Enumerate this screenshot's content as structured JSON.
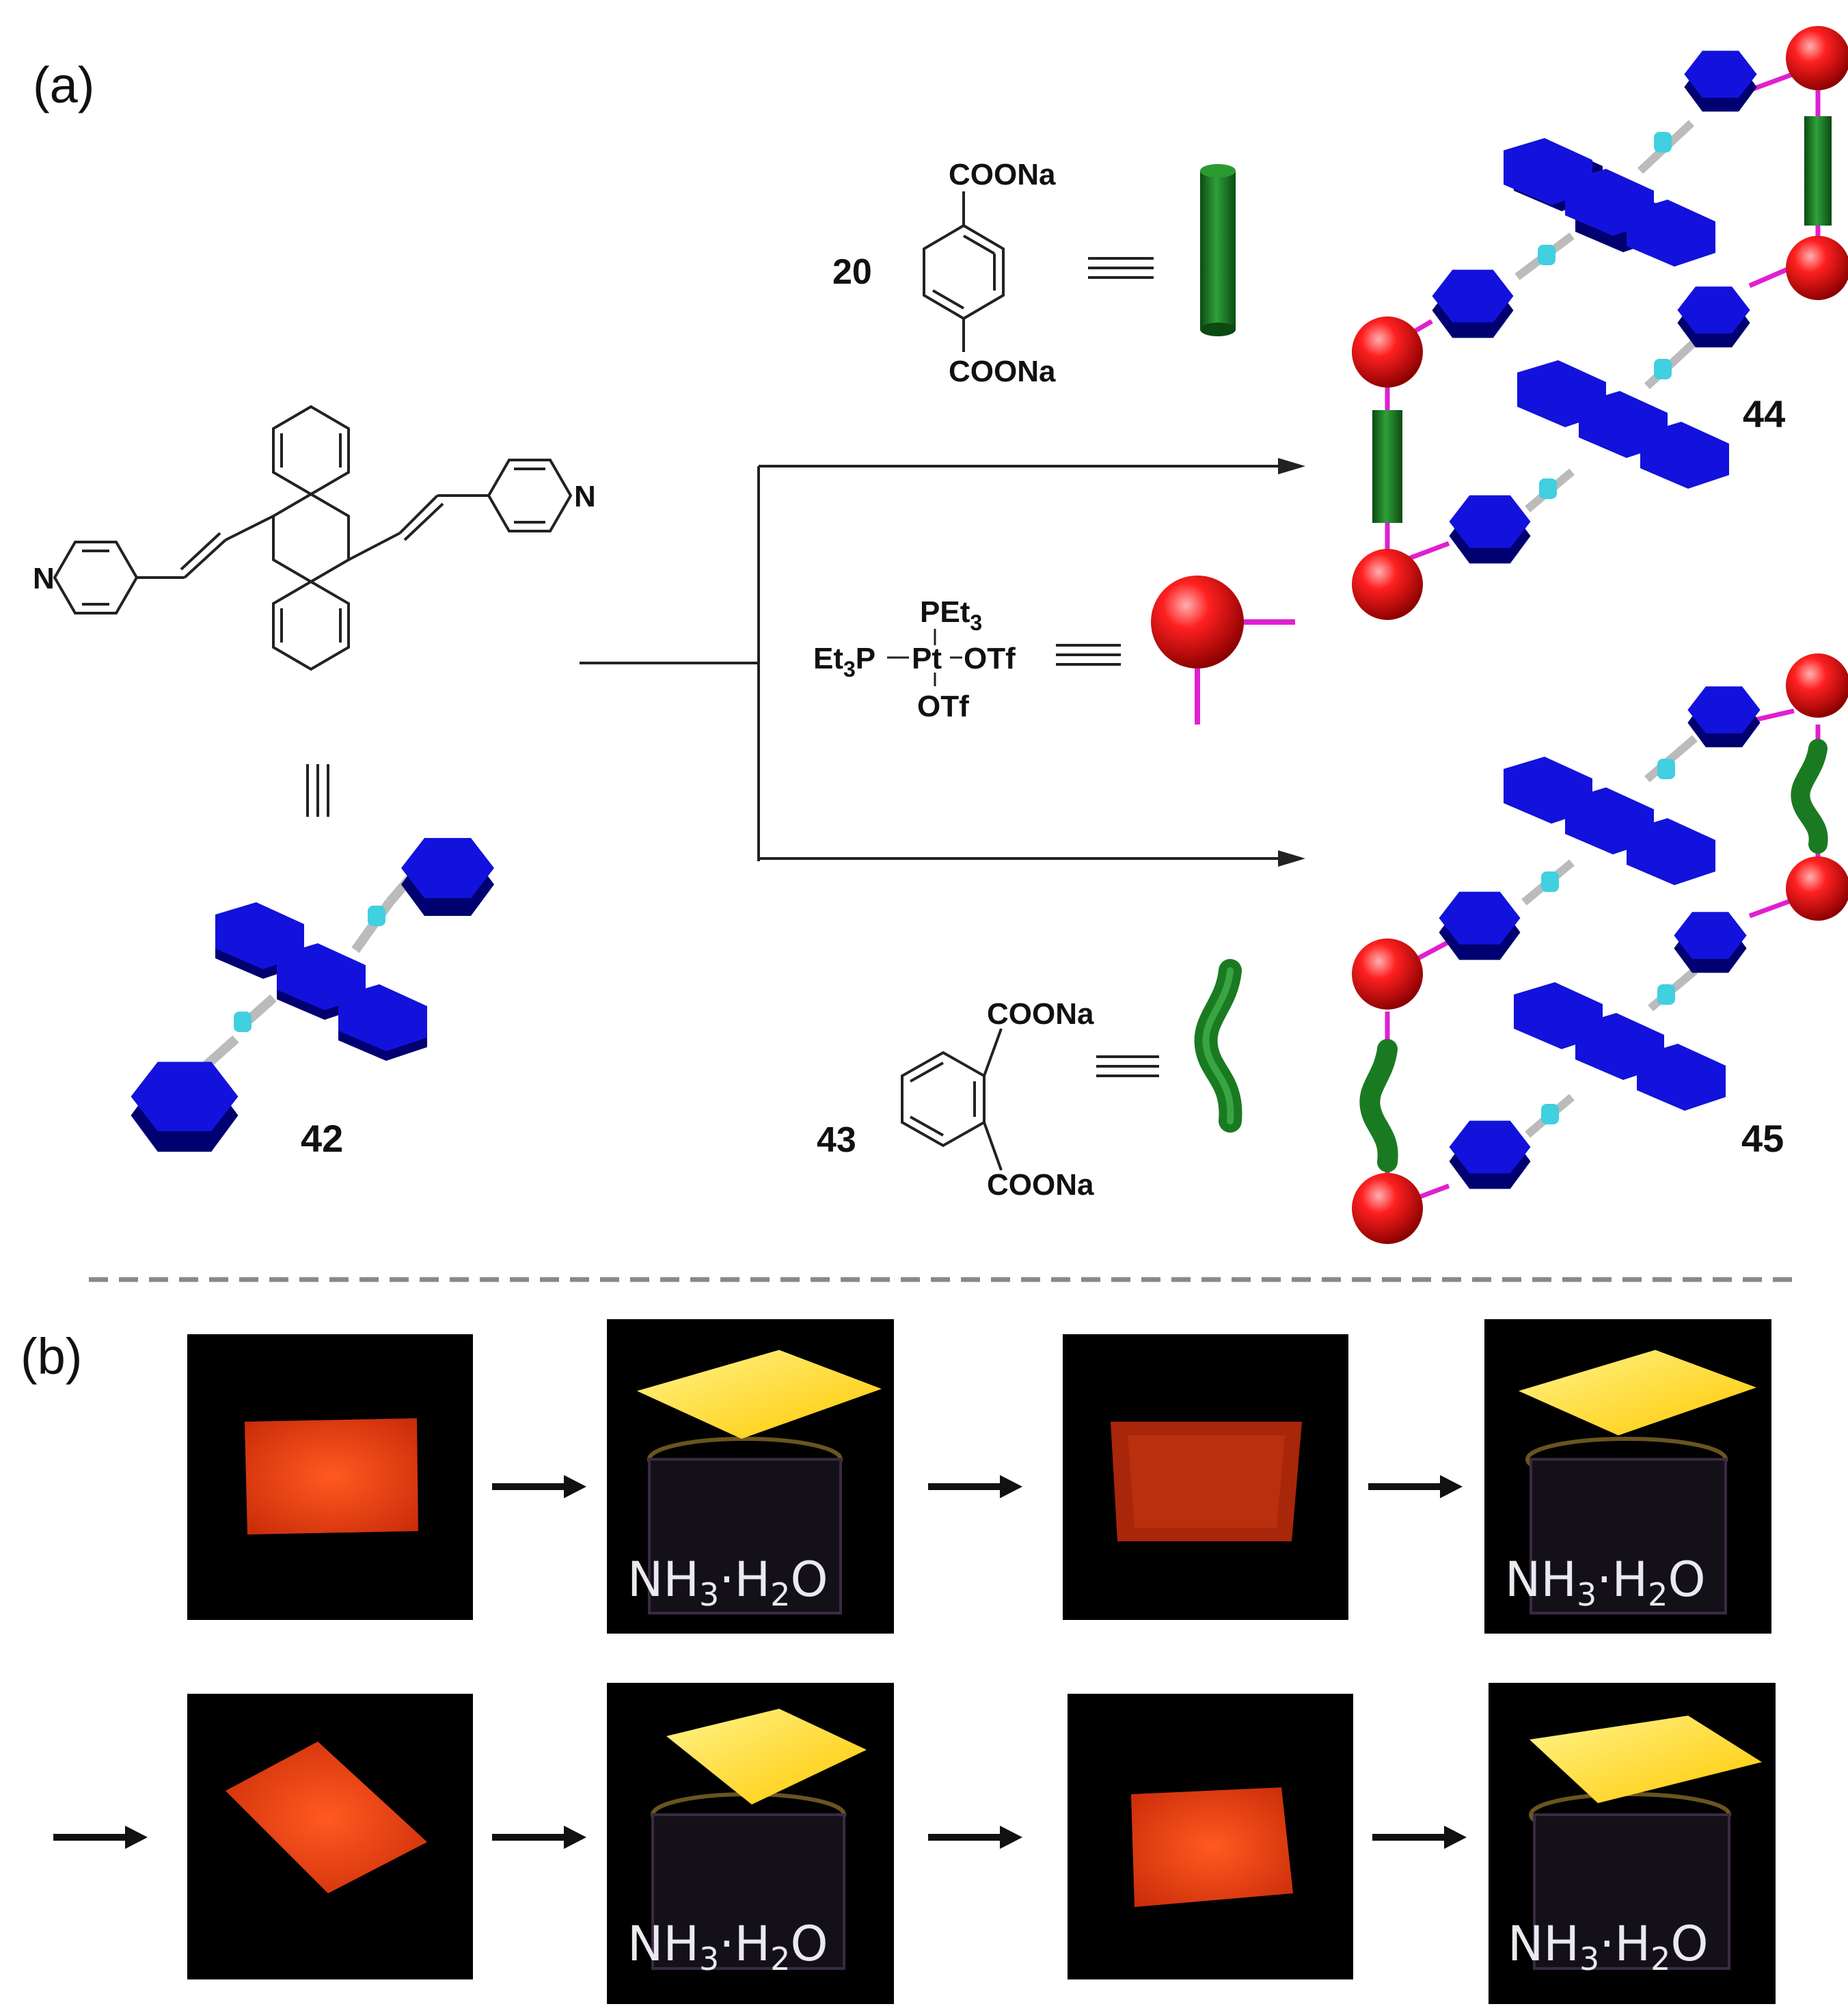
{
  "panels": {
    "a": "(a)",
    "b": "(b)"
  },
  "compounds": {
    "c20": {
      "number": "20",
      "top_group": "COONa",
      "bottom_group": "COONa"
    },
    "c43": {
      "number": "43",
      "top_group": "COONa",
      "bottom_group": "COONa"
    },
    "c42": {
      "number": "42",
      "atom_n": "N"
    },
    "c44": {
      "number": "44"
    },
    "c45": {
      "number": "45"
    },
    "pt": {
      "center": "Pt",
      "ligand_top_main": "PEt",
      "ligand_top_sub": "3",
      "ligand_left_main": "Et",
      "ligand_left_sub": "3",
      "ligand_left_tail": "P",
      "ligand_right": "OTf",
      "ligand_bottom": "OTf"
    }
  },
  "equivalence_symbol": "≡",
  "photos": {
    "ammonia_label": {
      "a": "NH",
      "b": "3",
      "c": "·H",
      "d": "2",
      "e": "O"
    },
    "sequence": [
      "film",
      "fumed",
      "film",
      "fumed",
      "film",
      "fumed",
      "film",
      "fumed"
    ]
  },
  "colors": {
    "anthracene_blue": "#1010d8",
    "vinyl_cyan": "#40d0e0",
    "pt_red": "#ee1111",
    "linker_magenta": "#e020d0",
    "carboxylate_green": "#1a7a22",
    "film_red": "#e83a10",
    "fumed_yellow": "#ffe020"
  }
}
